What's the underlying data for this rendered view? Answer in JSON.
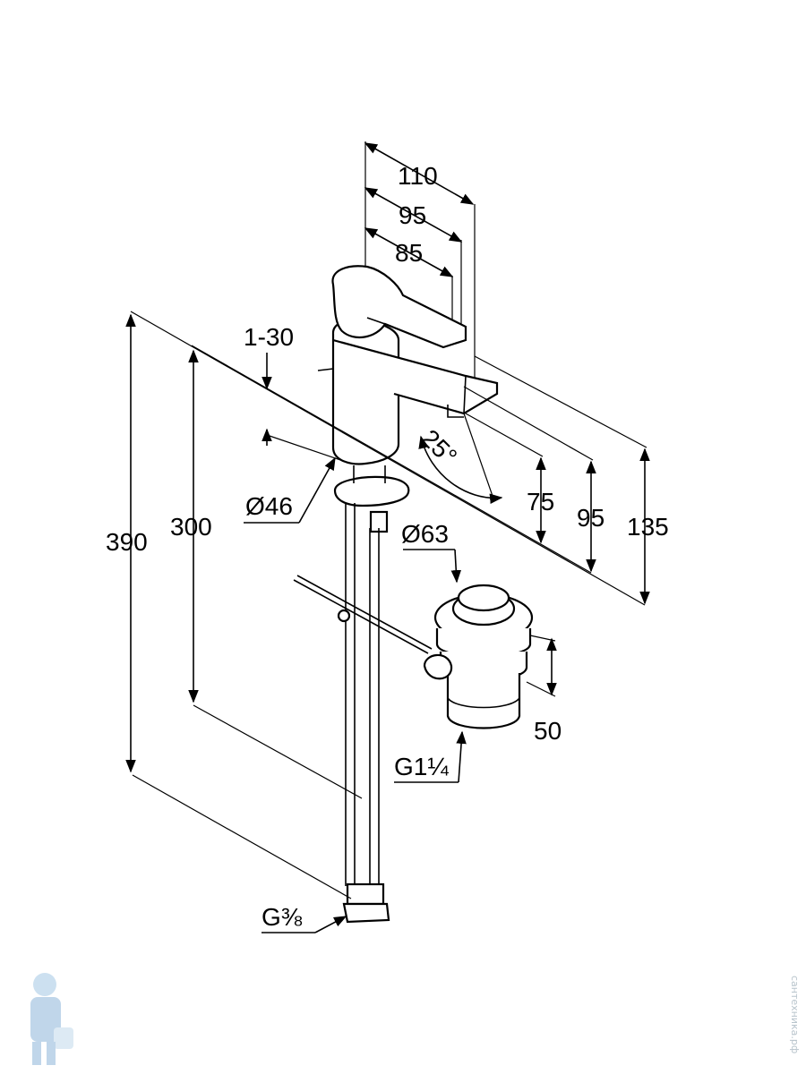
{
  "diagram": {
    "title": "Basin mixer with pop-up waste — technical dimensions",
    "dimensions": {
      "width_110": "110",
      "width_95": "95",
      "width_85": "85",
      "lift_1_30": "1-30",
      "height_390": "390",
      "height_300": "300",
      "diameter_46": "Ø46",
      "diameter_63": "Ø63",
      "angle_25": "25°",
      "height_75": "75",
      "height_95": "95",
      "height_135": "135",
      "waste_50": "50",
      "thread_g114": "G1¼",
      "thread_g38": "G⅜"
    }
  },
  "watermark": {
    "text": "сантехника.рф"
  },
  "colors": {
    "line": "#000000",
    "background": "#ffffff",
    "watermark": "#b8c4cc"
  }
}
